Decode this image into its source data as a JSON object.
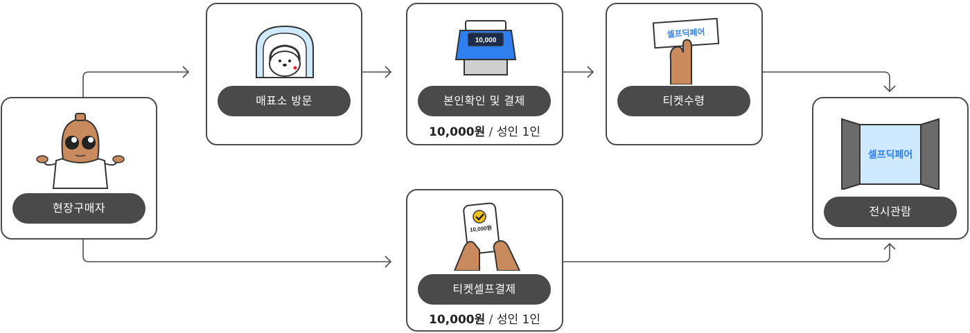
{
  "nodes": {
    "buyer": {
      "label": "현장구매자"
    },
    "ticket_office": {
      "label": "매표소 방문"
    },
    "verify_pay": {
      "label": "본인확인 및 결제",
      "price": "10,000원",
      "price_sep": " / ",
      "price_note": "성인 1인"
    },
    "receive": {
      "label": "티켓수령"
    },
    "self_pay": {
      "label": "티켓셀프결제",
      "price": "10,000원",
      "price_sep": " / ",
      "price_note": "성인 1인"
    },
    "exhibit": {
      "label": "전시관람"
    }
  },
  "illustrations": {
    "register_display": "10,000",
    "phone_amount": "10,000원",
    "poster_title": "셀프딕페어"
  },
  "colors": {
    "border": "#4a4a4a",
    "pill": "#4a4a4a",
    "accent_blue": "#2f7ff0",
    "light_blue": "#cfe9ff",
    "skin": "#c98a5e",
    "check_yellow": "#f2c21b"
  }
}
